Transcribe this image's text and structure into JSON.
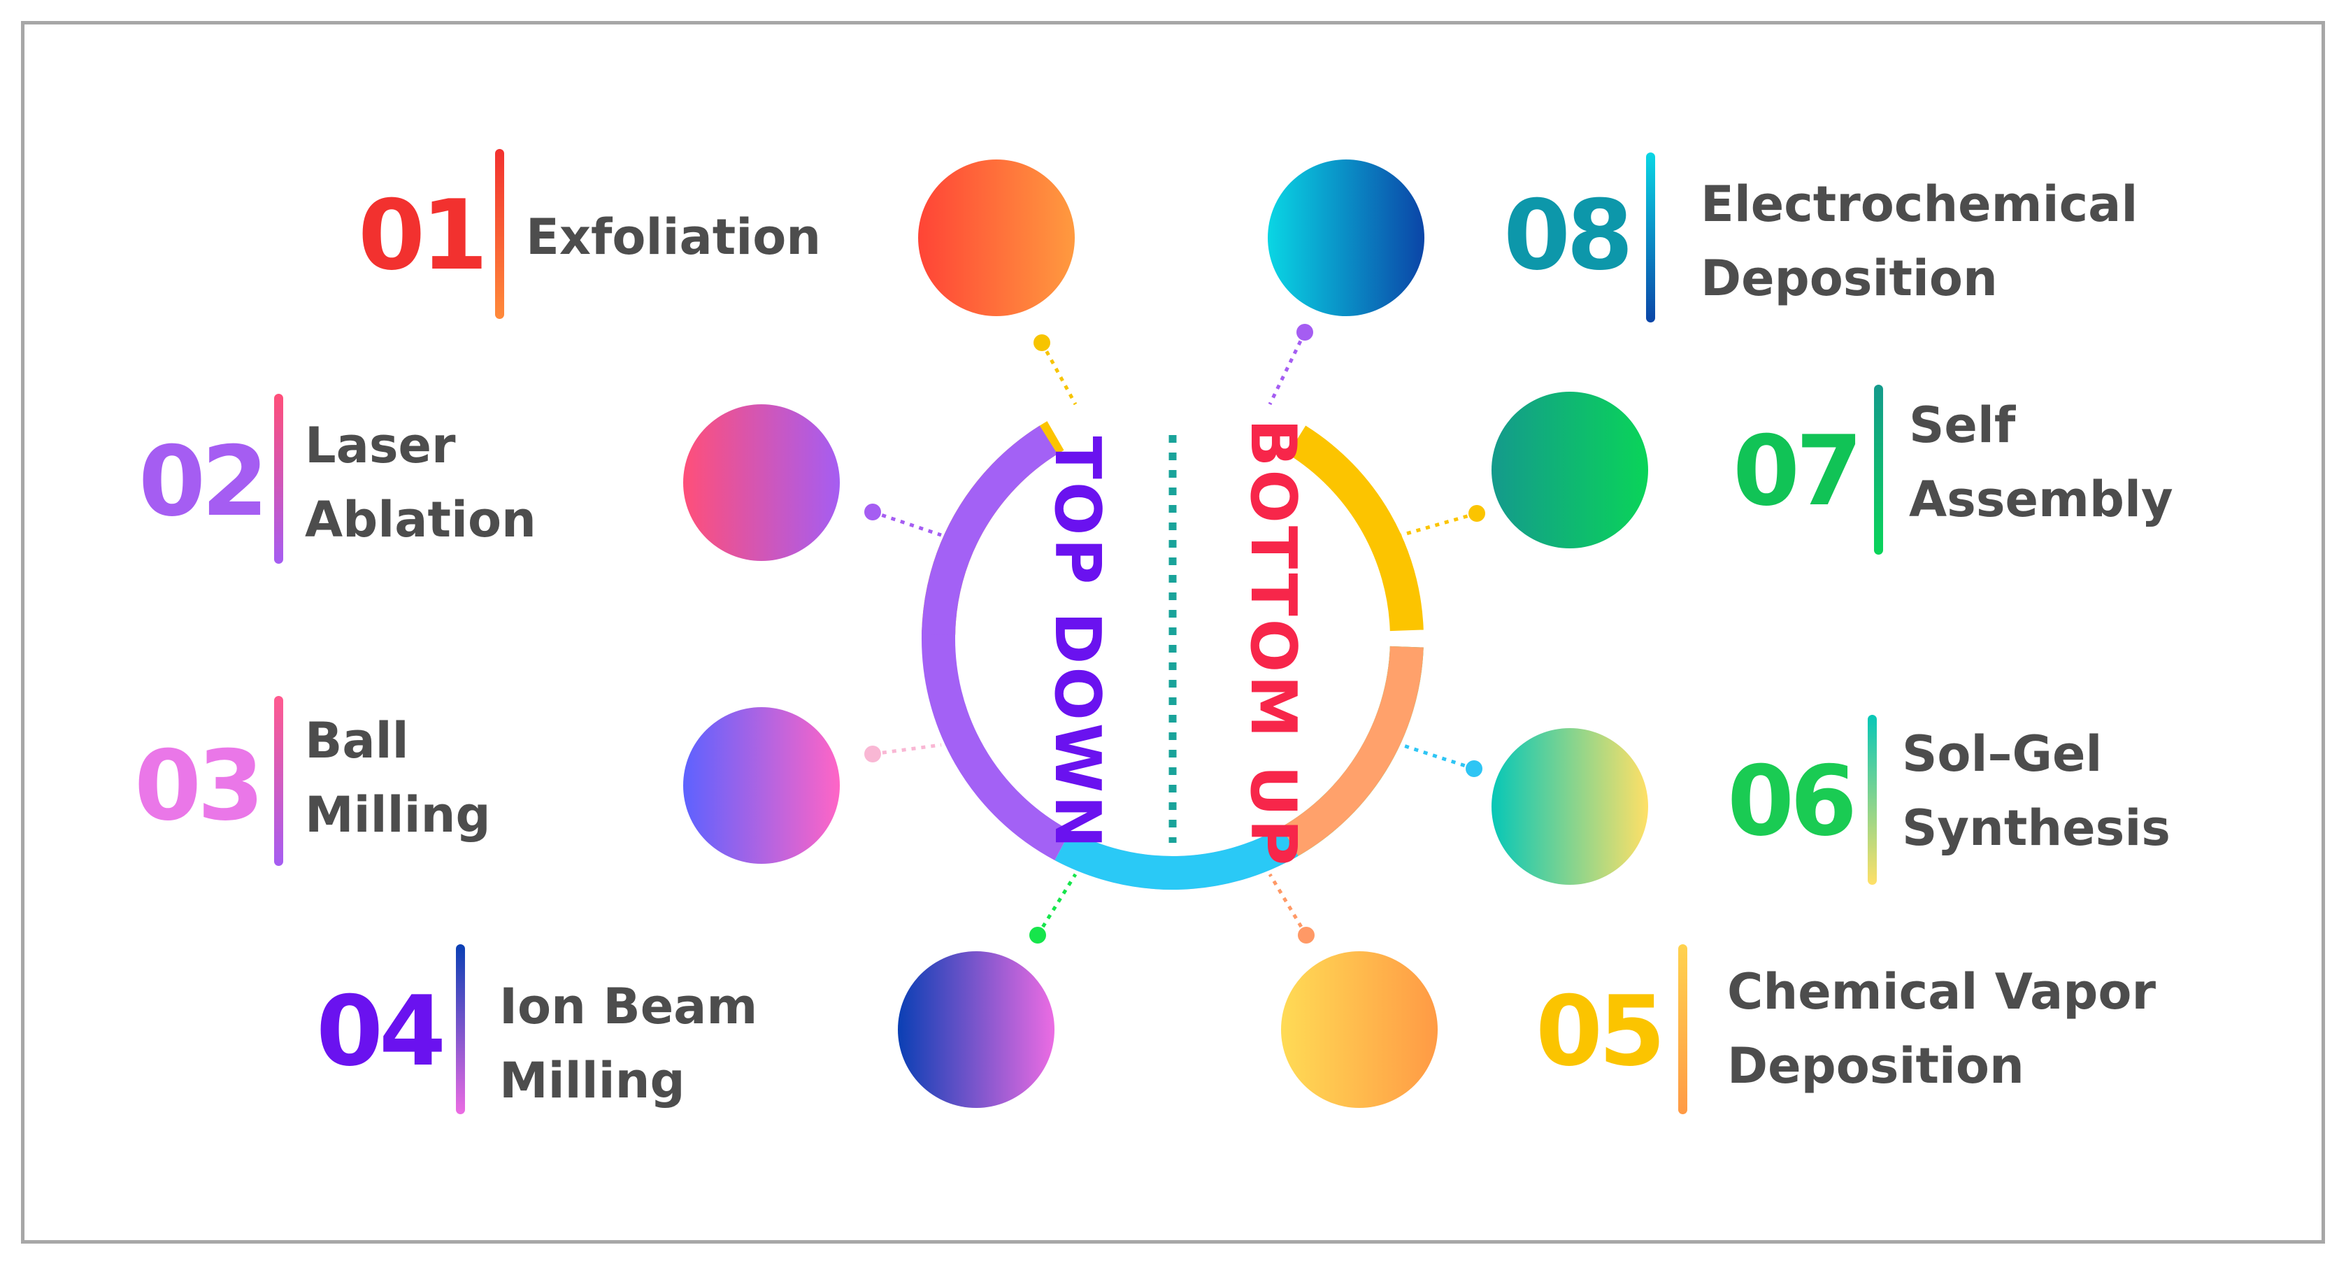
{
  "center": {
    "left_label": "TOP DOWN",
    "right_label": "BOTTOM UP",
    "left_color": "#6a12ef",
    "right_color": "#f7264a",
    "divider_color": "#19a39a"
  },
  "methods": [
    {
      "number": "01",
      "lines": [
        "Exfoliation"
      ],
      "num_color": "#f2312f",
      "grad": [
        "#ff4436",
        "#ff9a3f"
      ],
      "dot": "#f7c400",
      "segment": "#fcc400"
    },
    {
      "number": "02",
      "lines": [
        "Laser",
        "Ablation"
      ],
      "num_color": "#a55df2",
      "grad": [
        "#ff4f79",
        "#a55df2"
      ],
      "dot": "#a55df2",
      "segment": "#a361f5"
    },
    {
      "number": "03",
      "lines": [
        "Ball",
        "Milling"
      ],
      "num_color": "#ea77e8",
      "grad": [
        "#5d62ff",
        "#ff65c6"
      ],
      "dot": "#f9b7d4",
      "segment": "#fbb9d6"
    },
    {
      "number": "04",
      "lines": [
        "Ion Beam",
        "Milling"
      ],
      "num_color": "#6a12ef",
      "grad": [
        "#0a3fb4",
        "#ec6ce3"
      ],
      "dot": "#16e54b",
      "segment": "#13e148"
    },
    {
      "number": "05",
      "lines": [
        "Chemical Vapor",
        "Deposition"
      ],
      "num_color": "#fbc400",
      "grad": [
        "#ffdb55",
        "#ff9a45"
      ],
      "dot": "#ff9966",
      "segment": "#ffa16b"
    },
    {
      "number": "06",
      "lines": [
        "Sol–Gel",
        "Synthesis"
      ],
      "num_color": "#1acb53",
      "grad": [
        "#06c7b7",
        "#ffe067"
      ],
      "dot": "#2ec5f4",
      "segment": "#2ac9f6"
    },
    {
      "number": "07",
      "lines": [
        "Self",
        "Assembly"
      ],
      "num_color": "#11c356",
      "grad": [
        "#149a8c",
        "#0ad459"
      ],
      "dot": "#fbc400",
      "segment": "#fcc400"
    },
    {
      "number": "08",
      "lines": [
        "Electrochemical",
        "Deposition"
      ],
      "num_color": "#0d97aa",
      "grad": [
        "#0ad6e4",
        "#0b45a7"
      ],
      "dot": "#a55df2",
      "segment": "#a361f5"
    }
  ]
}
